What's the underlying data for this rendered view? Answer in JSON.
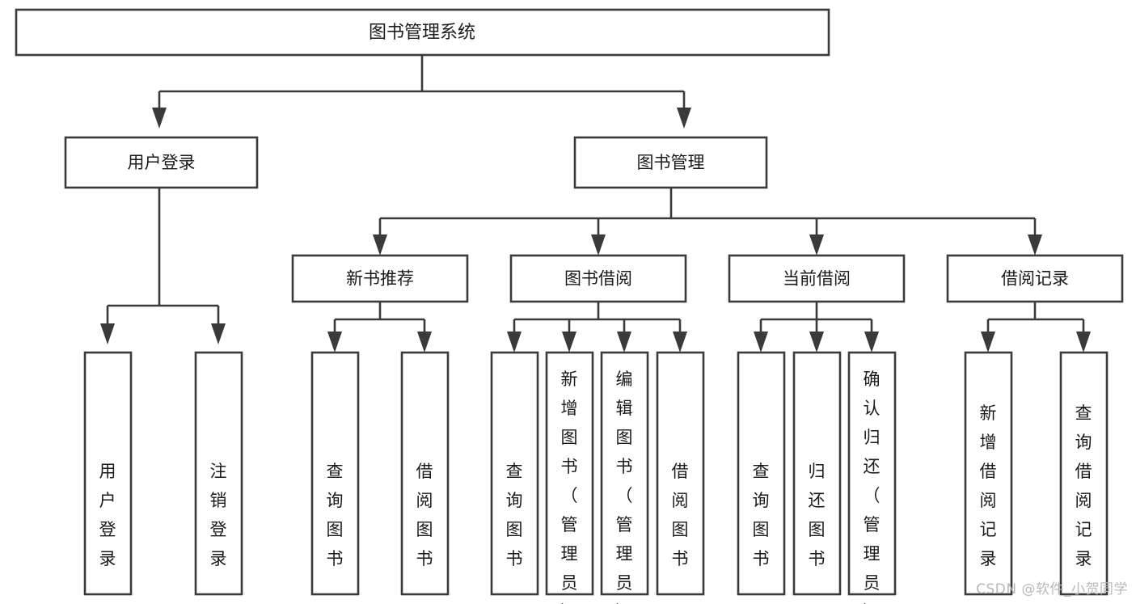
{
  "diagram": {
    "title": "图书管理系统",
    "type": "tree-hierarchy",
    "watermark": "CSDN @软件_小贺同学",
    "colors": {
      "box_stroke": "#3a3a3a",
      "box_fill": "#ffffff",
      "text": "#1a1a1a",
      "background": "#ffffff",
      "watermark": "#b9b9b9"
    }
  },
  "nodes": {
    "root": {
      "label": "图书管理系统"
    },
    "level2": [
      {
        "label": "用户登录"
      },
      {
        "label": "图书管理"
      }
    ],
    "level3": [
      {
        "label": "新书推荐"
      },
      {
        "label": "图书借阅"
      },
      {
        "label": "当前借阅"
      },
      {
        "label": "借阅记录"
      }
    ],
    "leaves": {
      "user_login": [
        {
          "label": "用户登录"
        },
        {
          "label": "注销登录"
        }
      ],
      "new_book": [
        {
          "label": "查询图书"
        },
        {
          "label": "借阅图书"
        }
      ],
      "book_borrow": [
        {
          "label": "查询图书"
        },
        {
          "label": "新增图书（管理员）"
        },
        {
          "label": "编辑图书（管理员）"
        },
        {
          "label": "借阅图书"
        }
      ],
      "current_borrow": [
        {
          "label": "查询图书"
        },
        {
          "label": "归还图书"
        },
        {
          "label": "确认归还（管理员）"
        }
      ],
      "borrow_record": [
        {
          "label": "新增借阅记录"
        },
        {
          "label": "查询借阅记录"
        }
      ]
    }
  }
}
